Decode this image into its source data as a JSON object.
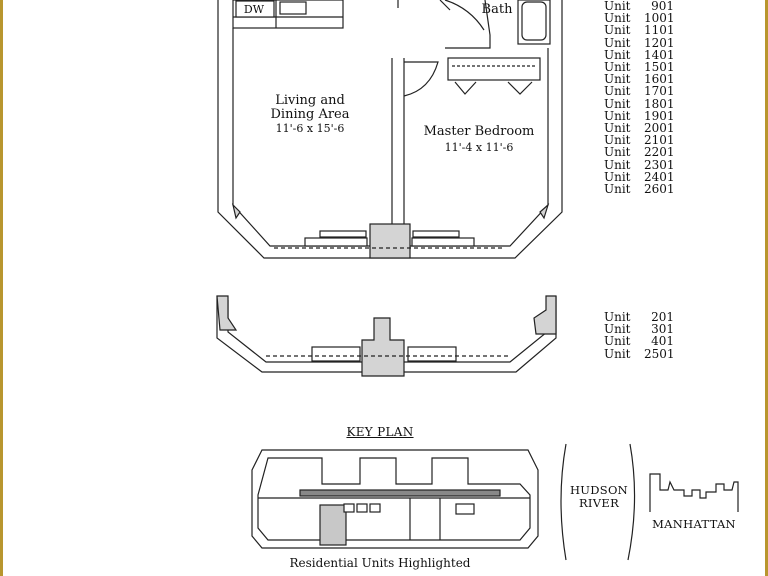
{
  "rooms": {
    "dw": "DW",
    "bath": "Bath",
    "living": {
      "name_line1": "Living and",
      "name_line2": "Dining Area",
      "dims": "11'-6 x 15'-6"
    },
    "master": {
      "name": "Master Bedroom",
      "dims": "11'-4 x 11'-6"
    }
  },
  "units_upper": [
    {
      "label": "Unit",
      "number": "901"
    },
    {
      "label": "Unit",
      "number": "1001"
    },
    {
      "label": "Unit",
      "number": "1101"
    },
    {
      "label": "Unit",
      "number": "1201"
    },
    {
      "label": "Unit",
      "number": "1401"
    },
    {
      "label": "Unit",
      "number": "1501"
    },
    {
      "label": "Unit",
      "number": "1601"
    },
    {
      "label": "Unit",
      "number": "1701"
    },
    {
      "label": "Unit",
      "number": "1801"
    },
    {
      "label": "Unit",
      "number": "1901"
    },
    {
      "label": "Unit",
      "number": "2001"
    },
    {
      "label": "Unit",
      "number": "2101"
    },
    {
      "label": "Unit",
      "number": "2201"
    },
    {
      "label": "Unit",
      "number": "2301"
    },
    {
      "label": "Unit",
      "number": "2401"
    },
    {
      "label": "Unit",
      "number": "2601"
    }
  ],
  "units_lower": [
    {
      "label": "Unit",
      "number": "201"
    },
    {
      "label": "Unit",
      "number": "301"
    },
    {
      "label": "Unit",
      "number": "401"
    },
    {
      "label": "Unit",
      "number": "2501"
    }
  ],
  "key_plan": {
    "heading": "KEY PLAN",
    "caption": "Residential Units Highlighted",
    "river_line1": "HUDSON",
    "river_line2": "RIVER",
    "city": "MANHATTAN"
  },
  "colors": {
    "frame": "#b8962e",
    "wall": "#d4d4d4",
    "highlight": "#c8c8c8",
    "line": "#222222"
  }
}
